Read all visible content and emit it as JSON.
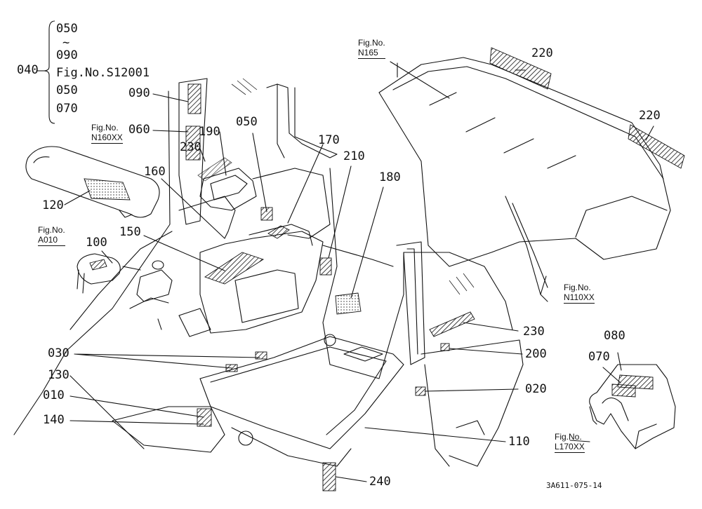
{
  "legend": {
    "parent": "040",
    "rows": [
      "050",
      "~",
      "090",
      "Fig.No.S12001",
      "050",
      "070"
    ]
  },
  "fig_refs": [
    {
      "id": "n160",
      "prefix": "Fig.No.",
      "ref": "N160XX"
    },
    {
      "id": "a010",
      "prefix": "Fig.No.",
      "ref": "A010"
    },
    {
      "id": "n165",
      "prefix": "Fig.No.",
      "ref": "N165"
    },
    {
      "id": "n110",
      "prefix": "Fig.No.",
      "ref": "N110XX"
    },
    {
      "id": "l170",
      "prefix": "Fig.No.",
      "ref": "L170XX"
    }
  ],
  "callouts": {
    "p090": "090",
    "p060": "060",
    "p190": "190",
    "p050": "050",
    "p230a": "230",
    "p170": "170",
    "p210": "210",
    "p180": "180",
    "p160": "160",
    "p120": "120",
    "p150": "150",
    "p100": "100",
    "p220a": "220",
    "p220b": "220",
    "p230b": "230",
    "p200": "200",
    "p080": "080",
    "p070": "070",
    "p030": "030",
    "p130": "130",
    "p010": "010",
    "p020": "020",
    "p140": "140",
    "p110": "110",
    "p240": "240"
  },
  "doc_id": "3A611-075-14"
}
